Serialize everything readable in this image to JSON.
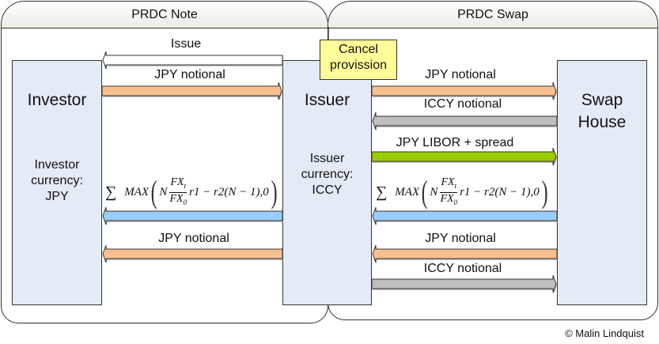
{
  "lanes": [
    {
      "title": "PRDC Note"
    },
    {
      "title": "PRDC Swap"
    }
  ],
  "actors": {
    "investor": {
      "name": "Investor",
      "sub": [
        "Investor",
        "currency:",
        "JPY"
      ]
    },
    "issuer": {
      "name": "Issuer",
      "sub": [
        "Issuer",
        "currency:",
        "ICCY"
      ]
    },
    "swap_house": {
      "name": [
        "Swap",
        "House"
      ]
    }
  },
  "note": {
    "lines": [
      "Cancel",
      "provission"
    ]
  },
  "flows": [
    {
      "id": "issue",
      "label": "Issue",
      "from": "Issuer",
      "to": "Investor",
      "color": "#ffffff"
    },
    {
      "id": "note-jpy-notional-in",
      "label": "JPY notional",
      "from": "Investor",
      "to": "Issuer",
      "color": "#fac090"
    },
    {
      "id": "note-coupon",
      "label": "formula",
      "from": "Issuer",
      "to": "Investor",
      "color": "#99ccff"
    },
    {
      "id": "note-jpy-notional-out",
      "label": "JPY notional",
      "from": "Issuer",
      "to": "Investor",
      "color": "#fac090"
    },
    {
      "id": "swap-jpy-notional-in",
      "label": "JPY notional",
      "from": "Issuer",
      "to": "Swap House",
      "color": "#fac090"
    },
    {
      "id": "swap-iccy-notional-in",
      "label": "ICCY notional",
      "from": "Swap House",
      "to": "Issuer",
      "color": "#bfbfbf"
    },
    {
      "id": "swap-libor",
      "label": "JPY LIBOR + spread",
      "from": "Issuer",
      "to": "Swap House",
      "color": "#99cc00"
    },
    {
      "id": "swap-coupon",
      "label": "formula",
      "from": "Swap House",
      "to": "Issuer",
      "color": "#99ccff"
    },
    {
      "id": "swap-jpy-notional-out",
      "label": "JPY notional",
      "from": "Swap House",
      "to": "Issuer",
      "color": "#fac090"
    },
    {
      "id": "swap-iccy-notional-out",
      "label": "ICCY notional",
      "from": "Issuer",
      "to": "Swap House",
      "color": "#bfbfbf"
    }
  ],
  "labels": {
    "issue": "Issue",
    "jpy_notional": "JPY notional",
    "iccy_notional": "ICCY notional",
    "jpy_libor": "JPY LIBOR + spread"
  },
  "formula": {
    "sigma": "∑",
    "max": "MAX",
    "n": "N",
    "fx": "FX",
    "sub_t": "t",
    "sub_0": "0",
    "rest": "r1 − r2(N − 1),0"
  },
  "copyright": "© Malin Lindquist"
}
